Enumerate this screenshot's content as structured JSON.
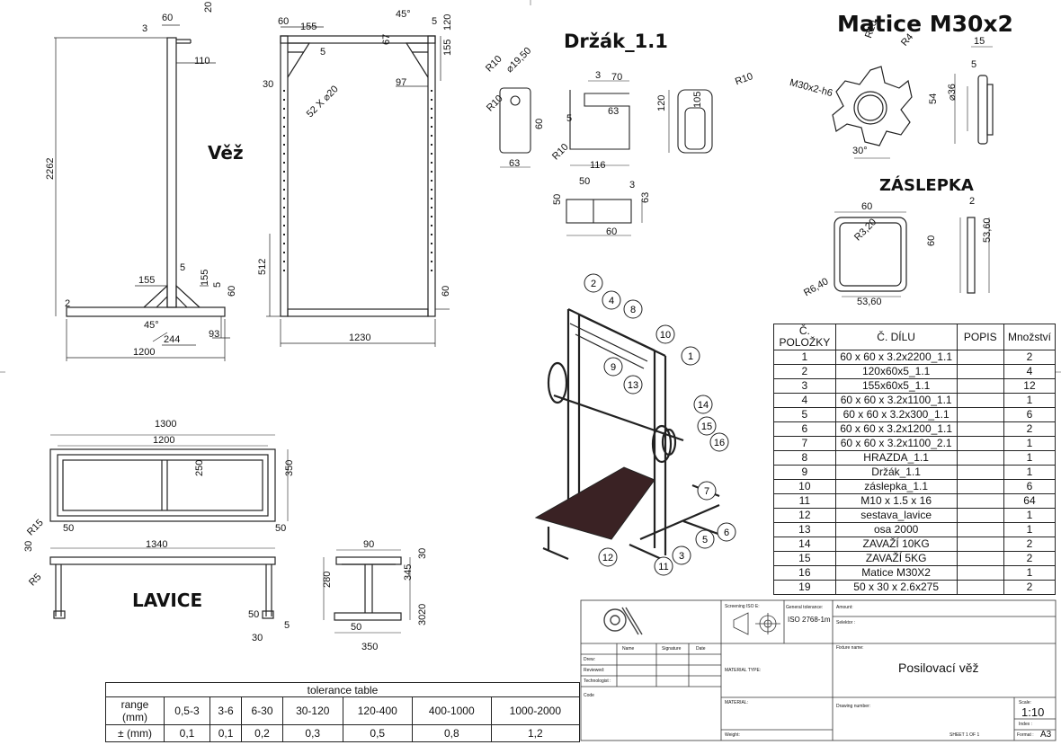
{
  "views": {
    "vez": "Věž",
    "drzak": "Držák_1.1",
    "matice": "Matice M30x2",
    "zaslepka": "ZÁSLEPKA",
    "lavice": "LAVICE"
  },
  "dims": {
    "vez_side": [
      "60",
      "3",
      "20",
      "110",
      "2262",
      "155",
      "5",
      "155",
      "5",
      "60",
      "2",
      "45°",
      "244",
      "93",
      "1200"
    ],
    "vez_front": [
      "60",
      "155",
      "45°",
      "5",
      "120",
      "67",
      "5",
      "155",
      "30",
      "97",
      "52 X ⌀20",
      "512",
      "1230",
      "60"
    ],
    "drzak": [
      "R10",
      "⌀19,50",
      "R10",
      "60",
      "63",
      "3",
      "70",
      "5",
      "63",
      "R10",
      "116",
      "120",
      "105",
      "R10",
      "50",
      "3",
      "50",
      "63",
      "60"
    ],
    "matice": [
      "R10",
      "R4",
      "15",
      "M30x2-h6",
      "5",
      "54",
      "⌀36",
      "30°"
    ],
    "zaslepka": [
      "60",
      "2",
      "R3,20",
      "60",
      "53,60",
      "R6,40",
      "53,60"
    ],
    "lavice": [
      "1300",
      "1200",
      "250",
      "350",
      "50",
      "50",
      "R15",
      "30",
      "1340",
      "R5",
      "90",
      "30",
      "280",
      "345",
      "20",
      "30",
      "50",
      "5",
      "50",
      "30",
      "350"
    ]
  },
  "bom": {
    "headers": [
      "Č. POLOŽKY",
      "Č. DÍLU",
      "POPIS",
      "Množství"
    ],
    "rows": [
      [
        "1",
        "60 x 60 x 3.2x2200_1.1",
        "",
        "2"
      ],
      [
        "2",
        "120x60x5_1.1",
        "",
        "4"
      ],
      [
        "3",
        "155x60x5_1.1",
        "",
        "12"
      ],
      [
        "4",
        "60 x 60 x 3.2x1100_1.1",
        "",
        "1"
      ],
      [
        "5",
        "60 x 60 x 3.2x300_1.1",
        "",
        "6"
      ],
      [
        "6",
        "60 x 60 x 3.2x1200_1.1",
        "",
        "2"
      ],
      [
        "7",
        "60 x 60 x 3.2x1100_2.1",
        "",
        "1"
      ],
      [
        "8",
        "HRAZDA_1.1",
        "",
        "1"
      ],
      [
        "9",
        "Držák_1.1",
        "",
        "1"
      ],
      [
        "10",
        "záslepka_1.1",
        "",
        "6"
      ],
      [
        "11",
        "M10 x 1.5 x 16",
        "",
        "64"
      ],
      [
        "12",
        "sestava_lavice",
        "",
        "1"
      ],
      [
        "13",
        "osa 2000",
        "",
        "1"
      ],
      [
        "14",
        "ZAVAŽÍ 10KG",
        "",
        "2"
      ],
      [
        "15",
        "ZAVAŽÍ 5KG",
        "",
        "2"
      ],
      [
        "16",
        "Matice M30X2",
        "",
        "1"
      ],
      [
        "19",
        "50 x 30 x 2.6x275",
        "",
        "2"
      ]
    ]
  },
  "balloons": [
    "2",
    "4",
    "8",
    "10",
    "1",
    "9",
    "13",
    "14",
    "15",
    "16",
    "7",
    "6",
    "5",
    "3",
    "11",
    "12"
  ],
  "tolerance": {
    "title": "tolerance table",
    "range_label": "range (mm)",
    "tol_label": "± (mm)",
    "ranges": [
      "0,5-3",
      "3-6",
      "6-30",
      "30-120",
      "120-400",
      "400-1000",
      "1000-2000"
    ],
    "values": [
      "0,1",
      "0,1",
      "0,2",
      "0,3",
      "0,5",
      "0,8",
      "1,2"
    ]
  },
  "titleblock": {
    "screening": "Screening ISO E:",
    "general_tol": "General tolerance:",
    "iso": "ISO 2768-1m",
    "amount": "Amount:",
    "selektor": "Selektor :",
    "name": "Name",
    "signature": "Signature",
    "date": "Date",
    "drew": "Drew:",
    "reviewed": "Reviewed:",
    "technologist": "Technologist :",
    "code": "Code",
    "material_type": "MATERIAL TYPE:",
    "fixture_name": "Fixture name:",
    "title": "Posilovací věž",
    "material": "MATERIAL:",
    "drawing_number": "Drawing number:",
    "scale_label": "Scale:",
    "scale": "1:10",
    "index": "Index :",
    "weight": "Weight:",
    "sheet": "SHEET 1 OF 1",
    "format_label": "Format :",
    "format": "A3"
  },
  "colors": {
    "line": "#222222",
    "bench": "#3a2224"
  }
}
